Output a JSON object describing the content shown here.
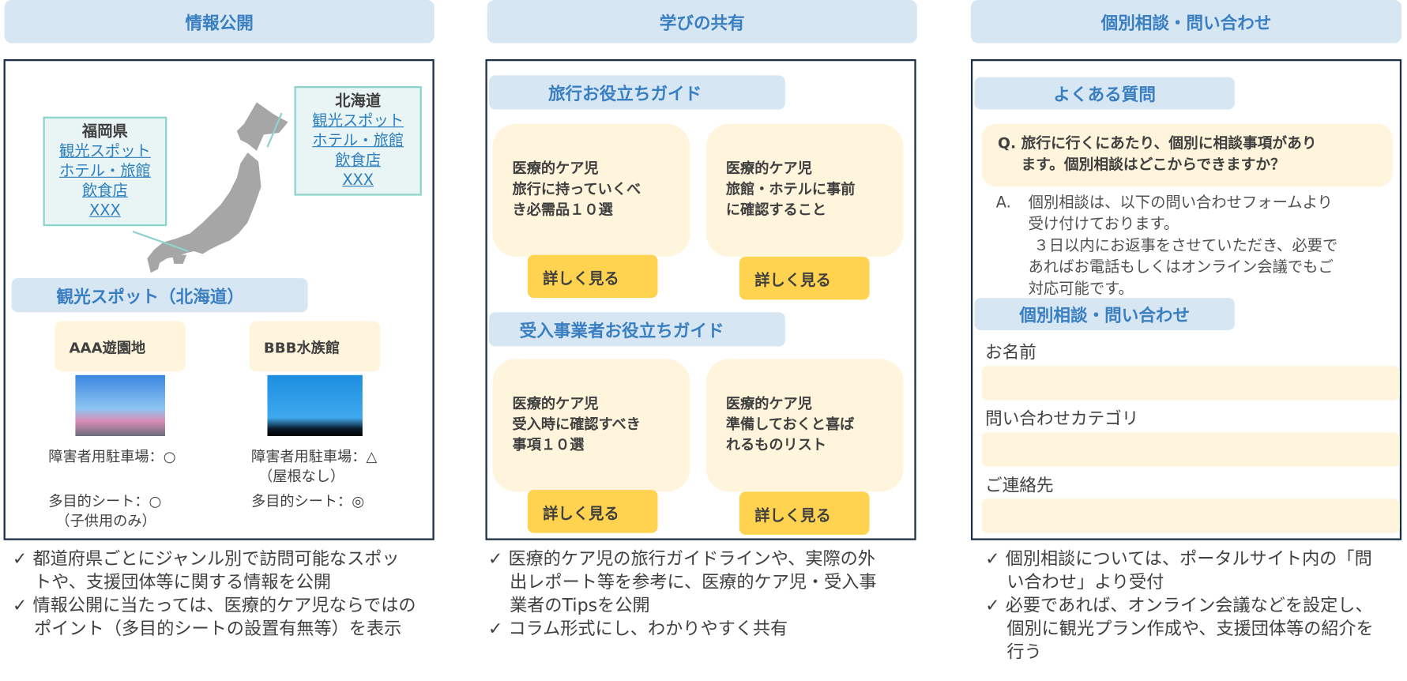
{
  "headers": [
    "情報公開",
    "学びの共有",
    "個別相談・問い合わせ"
  ],
  "info": {
    "fukuoka": {
      "name": "福岡県",
      "links": [
        "観光スポット",
        "ホテル・旅館",
        "飲食店",
        "XXX"
      ]
    },
    "hokkaido": {
      "name": "北海道",
      "links": [
        "観光スポット",
        "ホテル・旅館",
        "飲食店",
        "XXX"
      ]
    },
    "section_title": "観光スポット（北海道）",
    "spots": [
      {
        "name": "AAA遊園地",
        "parking": "障害者用駐車場：○",
        "parking_note": "",
        "seat": "多目的シート：○",
        "seat_note": "（子供用のみ）"
      },
      {
        "name": "BBB水族館",
        "parking": "障害者用駐車場：△",
        "parking_note": "（屋根なし）",
        "seat": "多目的シート：◎",
        "seat_note": ""
      }
    ],
    "bullets": [
      "都道府県ごとにジャンル別で訪問可能なスポットや、支援団体等に関する情報を公開",
      "情報公開に当たっては、医療的ケア児ならではのポイント（多目的シートの設置有無等）を表示"
    ]
  },
  "learning": {
    "sections": [
      {
        "title": "旅行お役立ちガイド",
        "cards": [
          "医療的ケア児\n旅行に持っていくべ\nき必需品１０選",
          "医療的ケア児\n旅館・ホテルに事前\nに確認すること"
        ]
      },
      {
        "title": "受入事業者お役立ちガイド",
        "cards": [
          "医療的ケア児\n受入時に確認すべき\n事項１０選",
          "医療的ケア児\n準備しておくと喜ば\nれるものリスト"
        ]
      }
    ],
    "button_label": "詳しく見る",
    "bullets": [
      "医療的ケア児の旅行ガイドラインや、実際の外出レポート等を参考に、医療的ケア児・受入事業者のTipsを公開",
      "コラム形式にし、わかりやすく共有"
    ]
  },
  "consult": {
    "faq_title": "よくある質問",
    "question_lines": [
      "Q. 旅行に行くにあたり、個別に相談事項があり",
      "ます。個別相談はどこからできますか？"
    ],
    "answer_prefix": "A.",
    "answer_lines": [
      "個別相談は、以下の問い合わせフォームより",
      "受け付けております。",
      "３日以内にお返事をさせていただき、必要で",
      "あればお電話もしくはオンライン会議でもご",
      "対応可能です。"
    ],
    "form_title": "個別相談・問い合わせ",
    "fields": [
      {
        "label": "お名前",
        "value": ""
      },
      {
        "label": "問い合わせカテゴリ",
        "value": ""
      },
      {
        "label": "ご連絡先",
        "value": ""
      }
    ],
    "bullets": [
      "個別相談については、ポータルサイト内の「問い合わせ」より受付",
      "必要であれば、オンライン会議などを設定し、個別に観光プラン作成や、支援団体等の紹介を行う"
    ]
  }
}
